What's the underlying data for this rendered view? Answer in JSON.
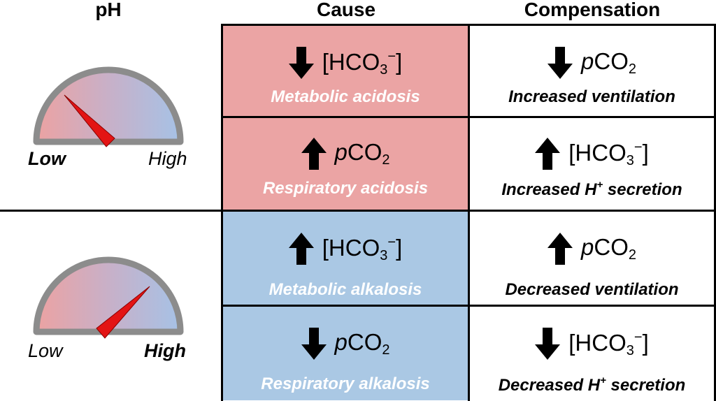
{
  "headers": {
    "ph": "pH",
    "cause": "Cause",
    "compensation": "Compensation"
  },
  "colors": {
    "acidosis": "#eba4a4",
    "alkalosis": "#aac8e4",
    "needle": "#e31414",
    "gauge_rim": "#8c8c8c"
  },
  "gauges": [
    {
      "low_label": "Low",
      "high_label": "High",
      "emphasis": "low",
      "reading": "low"
    },
    {
      "low_label": "Low",
      "high_label": "High",
      "emphasis": "high",
      "reading": "high"
    }
  ],
  "rows": [
    {
      "cause": {
        "direction": "down",
        "expr_main": "[HCO",
        "expr_sub": "3",
        "expr_sup": "−",
        "expr_end": "]",
        "label": "Metabolic acidosis"
      },
      "compensation": {
        "direction": "down",
        "expr_prefix": "p",
        "expr_main": "CO",
        "expr_sub": "2",
        "label": "Increased ventilation"
      }
    },
    {
      "cause": {
        "direction": "up",
        "expr_prefix": "p",
        "expr_main": "CO",
        "expr_sub": "2",
        "label": "Respiratory acidosis"
      },
      "compensation": {
        "direction": "up",
        "expr_main": "[HCO",
        "expr_sub": "3",
        "expr_sup": "−",
        "expr_end": "]",
        "label_pre": "Increased H",
        "label_sup": "+",
        "label_post": " secretion"
      }
    },
    {
      "cause": {
        "direction": "up",
        "expr_main": "[HCO",
        "expr_sub": "3",
        "expr_sup": "−",
        "expr_end": "]",
        "label": "Metabolic alkalosis"
      },
      "compensation": {
        "direction": "up",
        "expr_prefix": "p",
        "expr_main": "CO",
        "expr_sub": "2",
        "label": "Decreased ventilation"
      }
    },
    {
      "cause": {
        "direction": "down",
        "expr_prefix": "p",
        "expr_main": "CO",
        "expr_sub": "2",
        "label": "Respiratory alkalosis"
      },
      "compensation": {
        "direction": "down",
        "expr_main": "[HCO",
        "expr_sub": "3",
        "expr_sup": "−",
        "expr_end": "]",
        "label_pre": "Decreased H",
        "label_sup": "+",
        "label_post": " secretion"
      }
    }
  ]
}
